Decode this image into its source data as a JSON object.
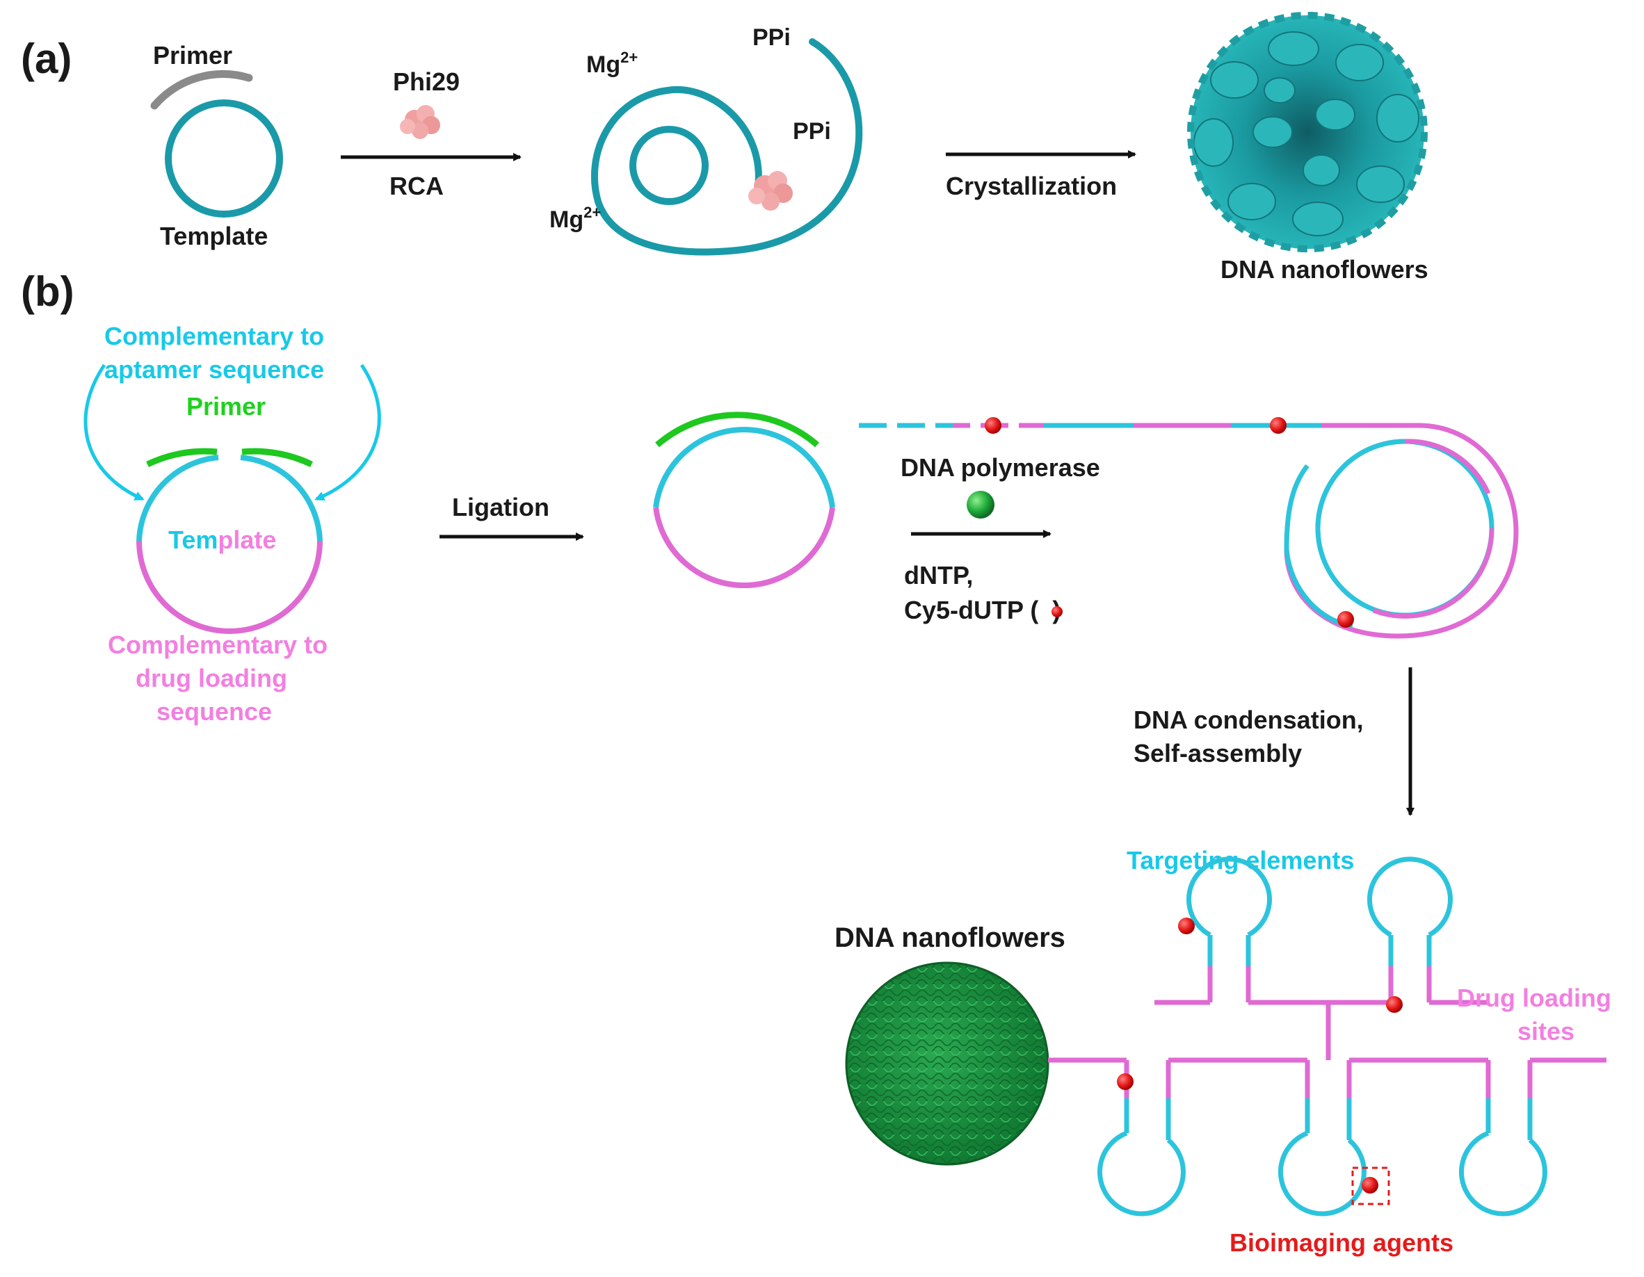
{
  "panel_a": {
    "label": "(a)",
    "primer": "Primer",
    "template": "Template",
    "enzyme": "Phi29",
    "step_rca": "RCA",
    "mg_top": "Mg",
    "mg_bottom": "Mg",
    "mg_charge": "2+",
    "ppi_top": "PPi",
    "ppi_mid": "PPi",
    "step_cryst": "Crystallization",
    "product": "DNA nanoflowers"
  },
  "panel_b": {
    "label": "(b)",
    "comp_aptamer_1": "Complementary to",
    "comp_aptamer_2": "aptamer sequence",
    "primer": "Primer",
    "template_a": "Tem",
    "template_b": "plate",
    "comp_drug_1": "Complementary to",
    "comp_drug_2": "drug loading",
    "comp_drug_3": "sequence",
    "step_ligation": "Ligation",
    "polymerase": "DNA polymerase",
    "dntp": "dNTP,",
    "cy5": "Cy5-dUTP (",
    "cy5_close": ")",
    "condense_1": "DNA condensation,",
    "condense_2": "Self-assembly",
    "targeting": "Targeting elements",
    "nanoflowers": "DNA nanoflowers",
    "drug_sites_1": "Drug loading",
    "drug_sites_2": "sites",
    "bioimaging": "Bioimaging agents"
  },
  "colors": {
    "teal": "#1a9aa8",
    "cyan": "#2cc4dc",
    "pink": "#e06ad3",
    "green": "#1ec81e",
    "dark_green": "#1e8c3c",
    "red": "#e51b1b",
    "gray": "#9a9a9a",
    "enzyme": "#f0a0a0"
  }
}
